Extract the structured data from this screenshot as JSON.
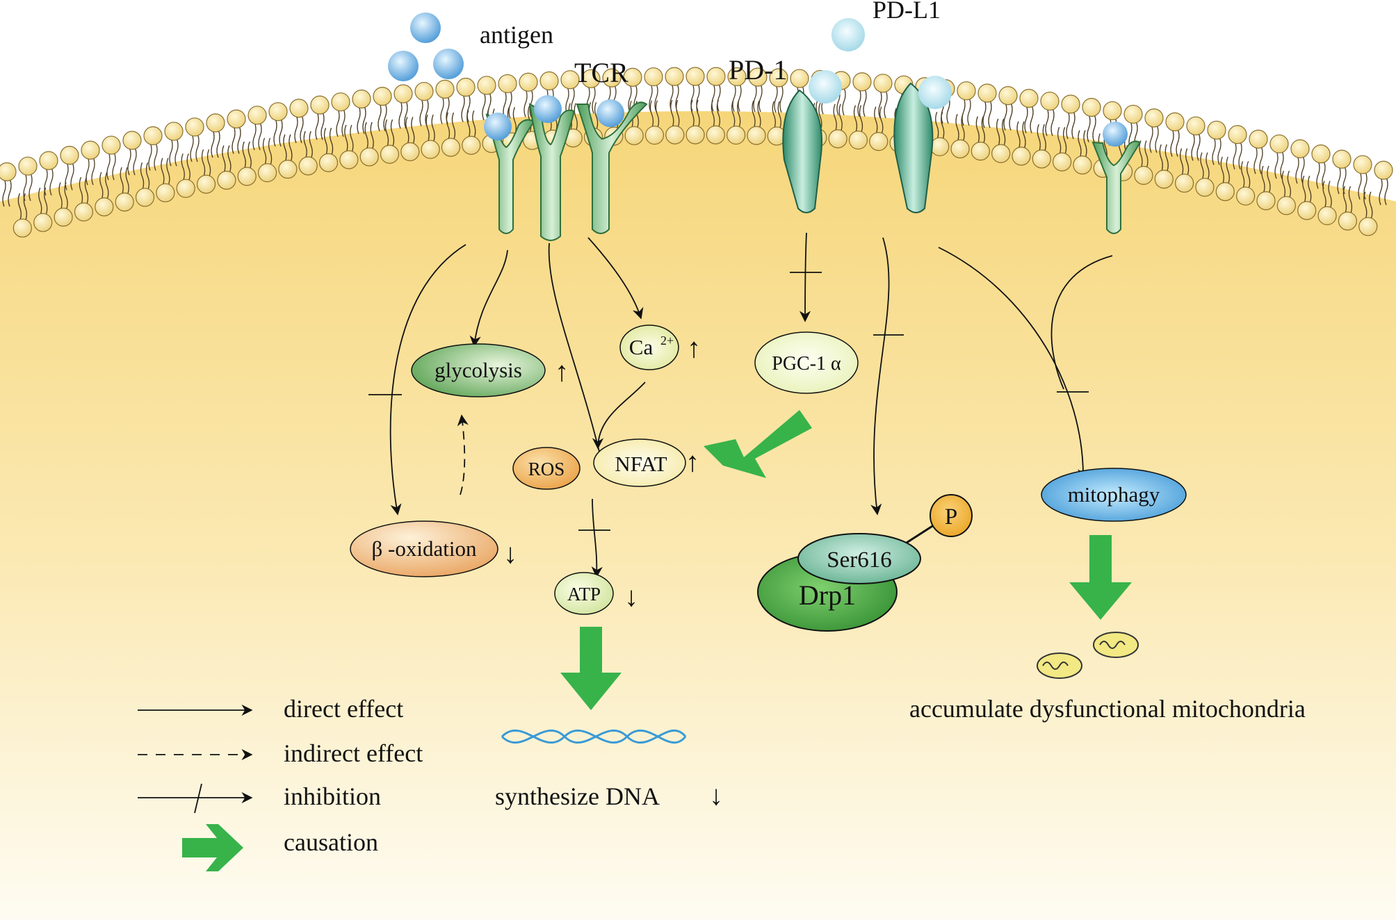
{
  "labels": {
    "antigen": "antigen",
    "tcr": "TCR",
    "pd1": "PD-1",
    "pdl1": "PD-L1",
    "accumulate": "accumulate dysfunctional mitochondria",
    "synthesize": "synthesize DNA"
  },
  "nodes": {
    "glycolysis": "glycolysis",
    "beta_oxidation": "β -oxidation",
    "ca": "Ca",
    "ca_sup": "2+",
    "ros": "ROS",
    "nfat": "NFAT",
    "atp": "ATP",
    "pgc": "PGC-1 α",
    "mitophagy": "mitophagy",
    "drp1": "Drp1",
    "ser616": "Ser616",
    "p": "P"
  },
  "arrows": {
    "up": "↑",
    "down": "↓"
  },
  "legend": {
    "direct": "direct effect",
    "indirect": "indirect effect",
    "inhibition": "inhibition",
    "causation": "causation"
  },
  "colors": {
    "cytoplasm": "#f7dc8c",
    "membrane_bead": "#f3dc8a",
    "receptor": "#5cae6c",
    "causation_arrow": "#37b34a",
    "antigen": "#5aa6dc",
    "pdl1": "#a8dbe8"
  }
}
